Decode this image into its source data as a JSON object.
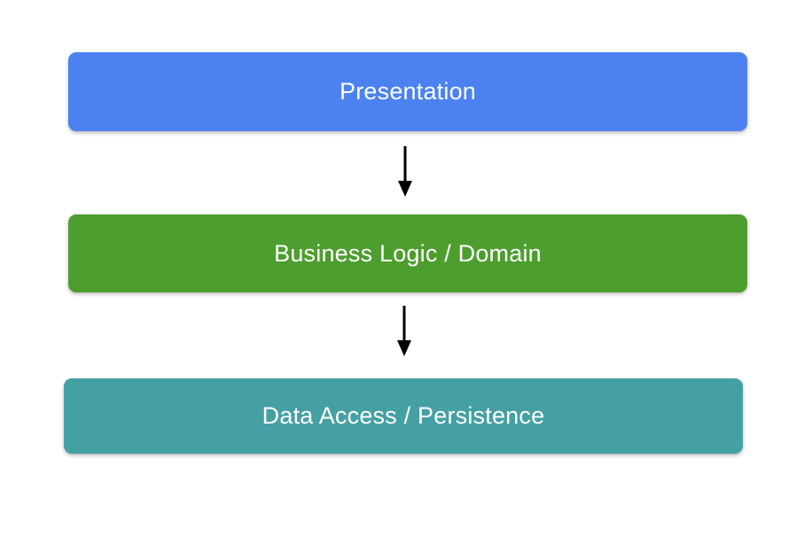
{
  "diagram": {
    "title": "Three-layer architecture diagram",
    "background_color": "#ffffff",
    "text_color": "#ffffff",
    "arrow_color": "#000000",
    "layers": [
      {
        "id": "presentation",
        "label": "Presentation",
        "color": "#4b82f0"
      },
      {
        "id": "business",
        "label": "Business Logic / Domain",
        "color": "#4d9e2e"
      },
      {
        "id": "data",
        "label": "Data Access / Persistence",
        "color": "#45a0a3"
      }
    ],
    "arrows": [
      {
        "from": "presentation",
        "to": "business",
        "direction": "down"
      },
      {
        "from": "business",
        "to": "data",
        "direction": "down"
      }
    ]
  }
}
